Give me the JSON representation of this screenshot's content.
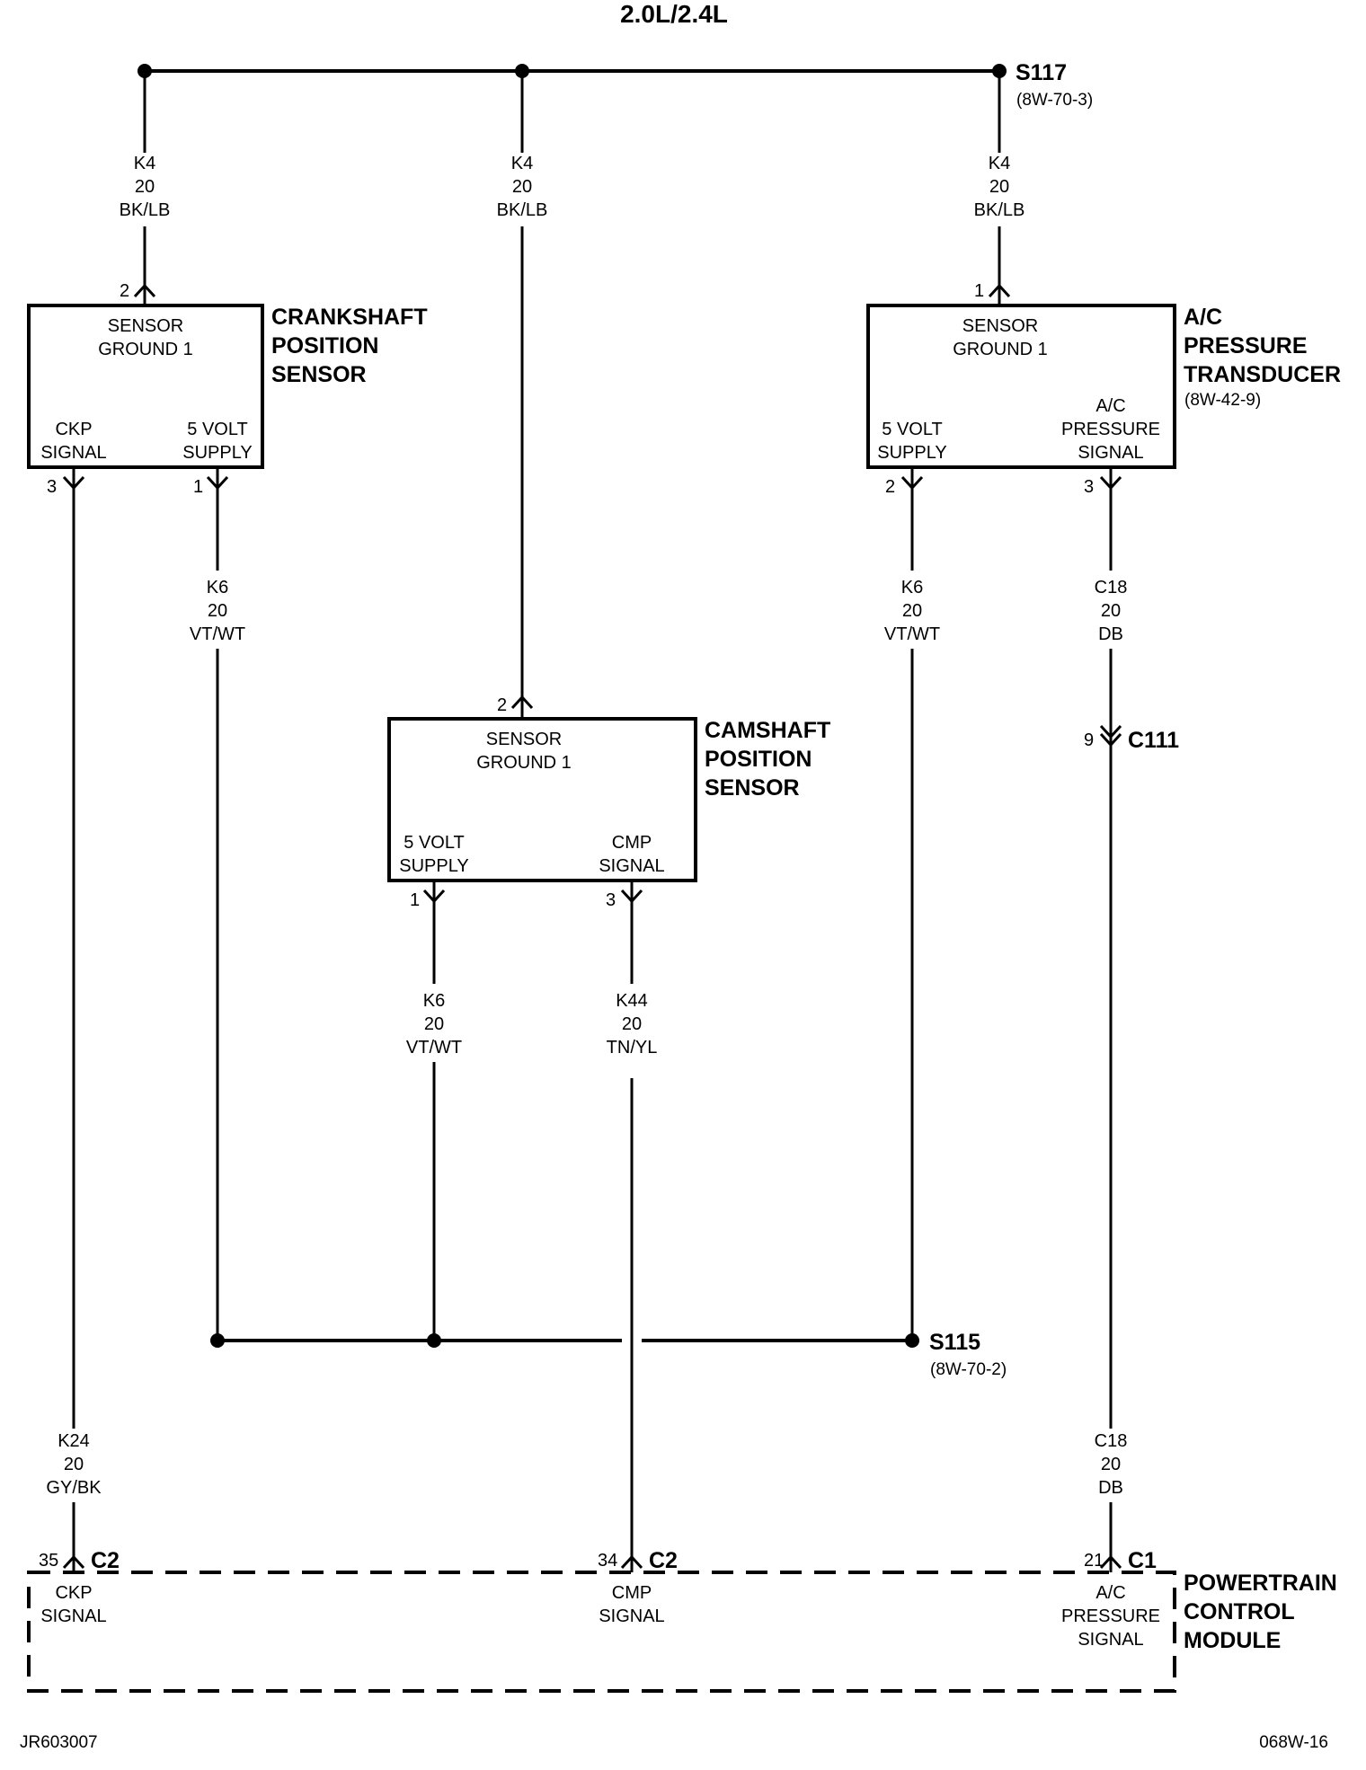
{
  "title": "2.0L/2.4L",
  "footer": {
    "left": "JR603007",
    "right": "068W-16"
  },
  "splices": {
    "s117": {
      "name": "S117",
      "ref": "(8W-70-3)"
    },
    "s115": {
      "name": "S115",
      "ref": "(8W-70-2)"
    }
  },
  "wires": {
    "k4_left": {
      "circuit": "K4",
      "gauge": "20",
      "color": "BK/LB"
    },
    "k4_mid": {
      "circuit": "K4",
      "gauge": "20",
      "color": "BK/LB"
    },
    "k4_right": {
      "circuit": "K4",
      "gauge": "20",
      "color": "BK/LB"
    },
    "k6_left": {
      "circuit": "K6",
      "gauge": "20",
      "color": "VT/WT"
    },
    "k6_mid": {
      "circuit": "K6",
      "gauge": "20",
      "color": "VT/WT"
    },
    "k6_right": {
      "circuit": "K6",
      "gauge": "20",
      "color": "VT/WT"
    },
    "k44": {
      "circuit": "K44",
      "gauge": "20",
      "color": "TN/YL"
    },
    "c18_upper": {
      "circuit": "C18",
      "gauge": "20",
      "color": "DB"
    },
    "c18_lower": {
      "circuit": "C18",
      "gauge": "20",
      "color": "DB"
    },
    "k24": {
      "circuit": "K24",
      "gauge": "20",
      "color": "GY/BK"
    }
  },
  "crankshaft": {
    "name_lines": [
      "CRANKSHAFT",
      "POSITION",
      "SENSOR"
    ],
    "ground_lines": [
      "SENSOR",
      "GROUND 1"
    ],
    "ground_pin": "2",
    "signal_lines": [
      "CKP",
      "SIGNAL"
    ],
    "signal_pin": "3",
    "supply_lines": [
      "5 VOLT",
      "SUPPLY"
    ],
    "supply_pin": "1"
  },
  "camshaft": {
    "name_lines": [
      "CAMSHAFT",
      "POSITION",
      "SENSOR"
    ],
    "ground_lines": [
      "SENSOR",
      "GROUND 1"
    ],
    "ground_pin": "2",
    "supply_lines": [
      "5 VOLT",
      "SUPPLY"
    ],
    "supply_pin": "1",
    "signal_lines": [
      "CMP",
      "SIGNAL"
    ],
    "signal_pin": "3"
  },
  "ac_transducer": {
    "name_lines": [
      "A/C",
      "PRESSURE",
      "TRANSDUCER"
    ],
    "ref": "(8W-42-9)",
    "ground_lines": [
      "SENSOR",
      "GROUND 1"
    ],
    "ground_pin": "1",
    "supply_lines": [
      "5 VOLT",
      "SUPPLY"
    ],
    "supply_pin": "2",
    "signal_lines": [
      "A/C",
      "PRESSURE",
      "SIGNAL"
    ],
    "signal_pin": "3"
  },
  "inline_connector": {
    "name": "C111",
    "pin": "9"
  },
  "pcm": {
    "name_lines": [
      "POWERTRAIN",
      "CONTROL",
      "MODULE"
    ],
    "ckp": {
      "pin": "35",
      "connector": "C2",
      "lines": [
        "CKP",
        "SIGNAL"
      ]
    },
    "cmp": {
      "pin": "34",
      "connector": "C2",
      "lines": [
        "CMP",
        "SIGNAL"
      ]
    },
    "ac": {
      "pin": "21",
      "connector": "C1",
      "lines": [
        "A/C",
        "PRESSURE",
        "SIGNAL"
      ]
    }
  }
}
